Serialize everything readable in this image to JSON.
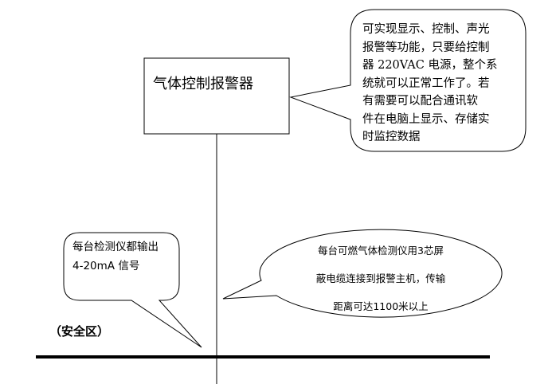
{
  "controller_box": {
    "label": "气体控制报警器"
  },
  "controller_callout": {
    "lines": [
      "可实现显示、控制、声光",
      "报警等功能，只要给控制",
      "器 220VAC 电源，整个系",
      "统就可以正常工作了。若",
      "有需要可以配合通讯软",
      "件在电脑上显示、存储实",
      "时监控数据"
    ]
  },
  "detector_callout": {
    "lines": [
      "每台检测仪都输出",
      "4-20mA 信号"
    ]
  },
  "cable_callout": {
    "lines": [
      "每台可燃气体检测仪用3芯屏",
      "蔽电缆连接到报警主机，传输",
      "距离可达1100米以上"
    ]
  },
  "zone_label": "（安全区）"
}
